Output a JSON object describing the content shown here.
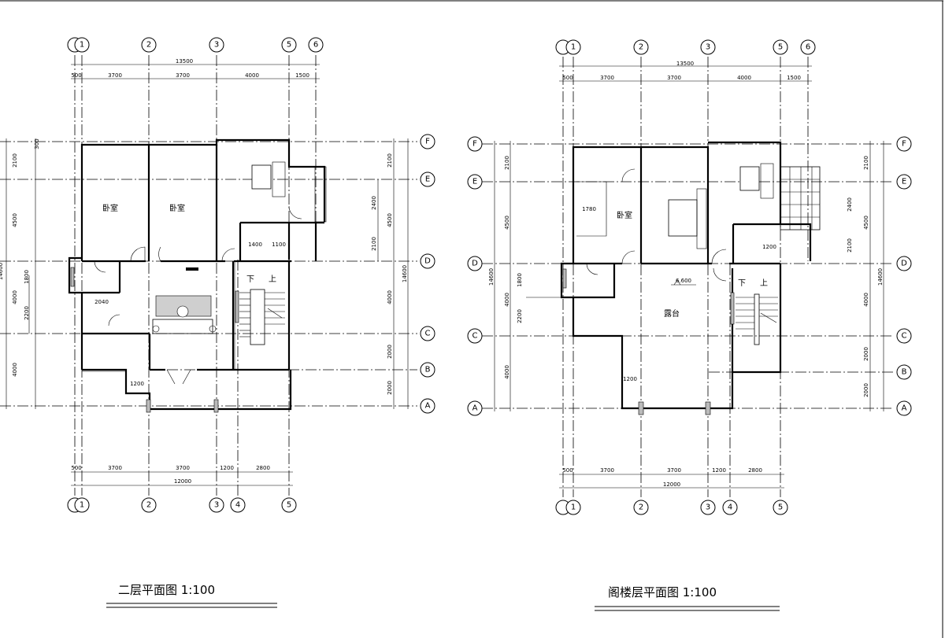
{
  "plans": [
    {
      "title": "二层平面图 1:100",
      "axes_x_top": [
        "1",
        "2",
        "3",
        "5",
        "6"
      ],
      "axes_x_bottom": [
        "1",
        "2",
        "3",
        "4",
        "5"
      ],
      "axes_y": [
        "F",
        "E",
        "D",
        "C",
        "B",
        "A"
      ],
      "dims_top_total": "13500",
      "dims_top": [
        "500",
        "3700",
        "3700",
        "4000",
        "1500"
      ],
      "dims_bottom": [
        "500",
        "3700",
        "3700",
        "1200",
        "2800"
      ],
      "dims_bottom_total": "12000",
      "dims_left": [
        "2100",
        "4500",
        "4000",
        "2200",
        "4000",
        "300",
        "1800"
      ],
      "dims_left_total": "14600",
      "dims_right": [
        "2100",
        "4500",
        "4000",
        "2000",
        "2000"
      ],
      "dims_right_total": "14600",
      "dims_inner": [
        "2400",
        "2100",
        "1400",
        "1100",
        "2040",
        "1200"
      ],
      "rooms": [
        "卧室",
        "卧室",
        "下",
        "上"
      ]
    },
    {
      "title": "阁楼层平面图 1:100",
      "axes_x_top": [
        "1",
        "2",
        "3",
        "5",
        "6"
      ],
      "axes_x_bottom": [
        "1",
        "2",
        "3",
        "4",
        "5"
      ],
      "axes_y": [
        "F",
        "E",
        "D",
        "C",
        "B",
        "A"
      ],
      "dims_top_total": "13500",
      "dims_top": [
        "500",
        "3700",
        "3700",
        "4000",
        "1500"
      ],
      "dims_bottom": [
        "500",
        "3700",
        "3700",
        "1200",
        "2800"
      ],
      "dims_bottom_total": "12000",
      "dims_left": [
        "2100",
        "4500",
        "4000",
        "2200",
        "4000",
        "1800"
      ],
      "dims_left_total": "14600",
      "dims_right": [
        "2100",
        "4500",
        "4000",
        "2000",
        "2000"
      ],
      "dims_right_total": "14600",
      "dims_inner": [
        "1780",
        "2400",
        "2100",
        "1200",
        "1200"
      ],
      "level": "6.600",
      "rooms": [
        "卧室",
        "露台",
        "下",
        "上"
      ]
    }
  ]
}
